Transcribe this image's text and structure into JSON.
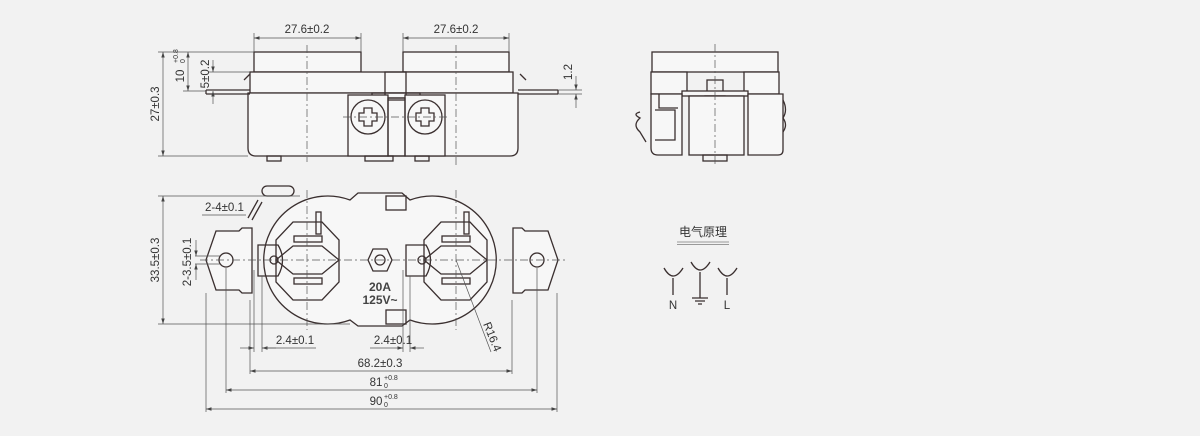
{
  "top_view": {
    "dim_cap_left": "27.6±0.2",
    "dim_cap_right": "27.6±0.2",
    "dim_height": "27±0.3",
    "dim_10": "10",
    "dim_10_tol_upper": "+0.8",
    "dim_10_tol_lower": "0",
    "dim_5": "5±0.2",
    "dim_1_2": "1.2"
  },
  "front_view": {
    "dim_height": "33.5±0.3",
    "dim_slot": "2-4±0.1",
    "dim_hole": "2-3.5±0.1",
    "dim_2_4_left": "2.4±0.1",
    "dim_2_4_right": "2.4±0.1",
    "dim_68": "68.2±0.3",
    "dim_81": "81",
    "dim_81_tol_upper": "+0.8",
    "dim_81_tol_lower": "0",
    "dim_90": "90",
    "dim_90_tol_upper": "+0.8",
    "dim_90_tol_lower": "0",
    "radius": "R16.4",
    "rating_current": "20A",
    "rating_voltage": "125V~"
  },
  "schematic": {
    "title": "电气原理",
    "label_n": "N",
    "label_l": "L"
  }
}
